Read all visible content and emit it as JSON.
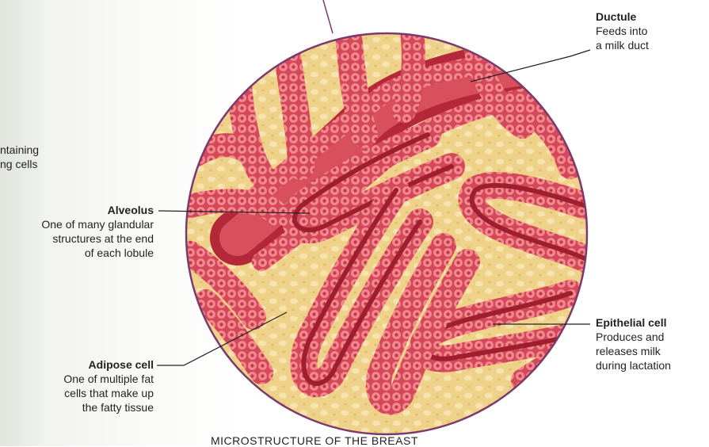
{
  "cut_label": {
    "lines": [
      "ntaining",
      "ng cells"
    ]
  },
  "labels": {
    "ductule": {
      "title": "Ductule",
      "lines": [
        "Feeds into",
        "a milk duct"
      ]
    },
    "alveolus": {
      "title": "Alveolus",
      "lines": [
        "One of many glandular",
        "structures at the end",
        "of each lobule"
      ]
    },
    "epithelial": {
      "title": "Epithelial cell",
      "lines": [
        "Produces and",
        "releases milk",
        "during lactation"
      ]
    },
    "adipose": {
      "title": "Adipose cell",
      "lines": [
        "One of multiple fat",
        "cells that make up",
        "the fatty tissue"
      ]
    }
  },
  "caption": "MICROSTRUCTURE OF THE BREAST",
  "colors": {
    "circle_border": "#7b3a6e",
    "tissue": "#efd28a",
    "tissue_dark": "#e5c374",
    "gland": "#d8505e",
    "gland_dark": "#b5283a",
    "lumen": "#9e1f30",
    "cell": "#f08a8e",
    "leader": "#231f20"
  }
}
